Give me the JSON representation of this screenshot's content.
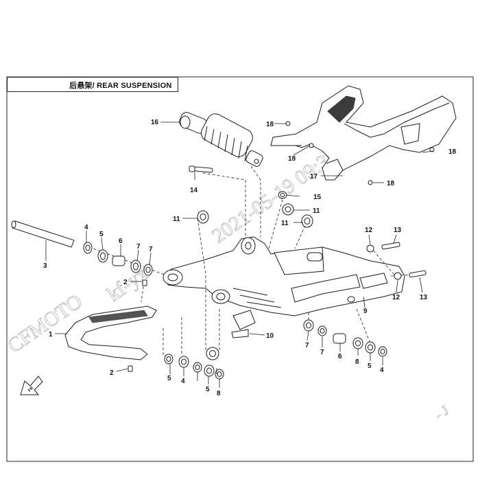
{
  "diagram": {
    "title": "后悬架/ REAR SUSPENSION",
    "watermark": {
      "brand": "CFMOTO",
      "user": "kf-yx",
      "timestamp": "2021-05-19 09:36:39",
      "edge_mark": "- J"
    },
    "front_marker_label": "FR",
    "callout_labels": [
      "1",
      "2",
      "2",
      "3",
      "4",
      "4",
      "4",
      "5",
      "5",
      "5",
      "5",
      "6",
      "6",
      "7",
      "7",
      "7",
      "7",
      "8",
      "8",
      "9",
      "10",
      "11",
      "11",
      "11",
      "12",
      "12",
      "13",
      "13",
      "14",
      "15",
      "16",
      "17",
      "18",
      "18",
      "18",
      "18"
    ]
  },
  "colors": {
    "line": "#1a1a1a",
    "watermark": "#c4c4c4",
    "frame": "#222222"
  }
}
